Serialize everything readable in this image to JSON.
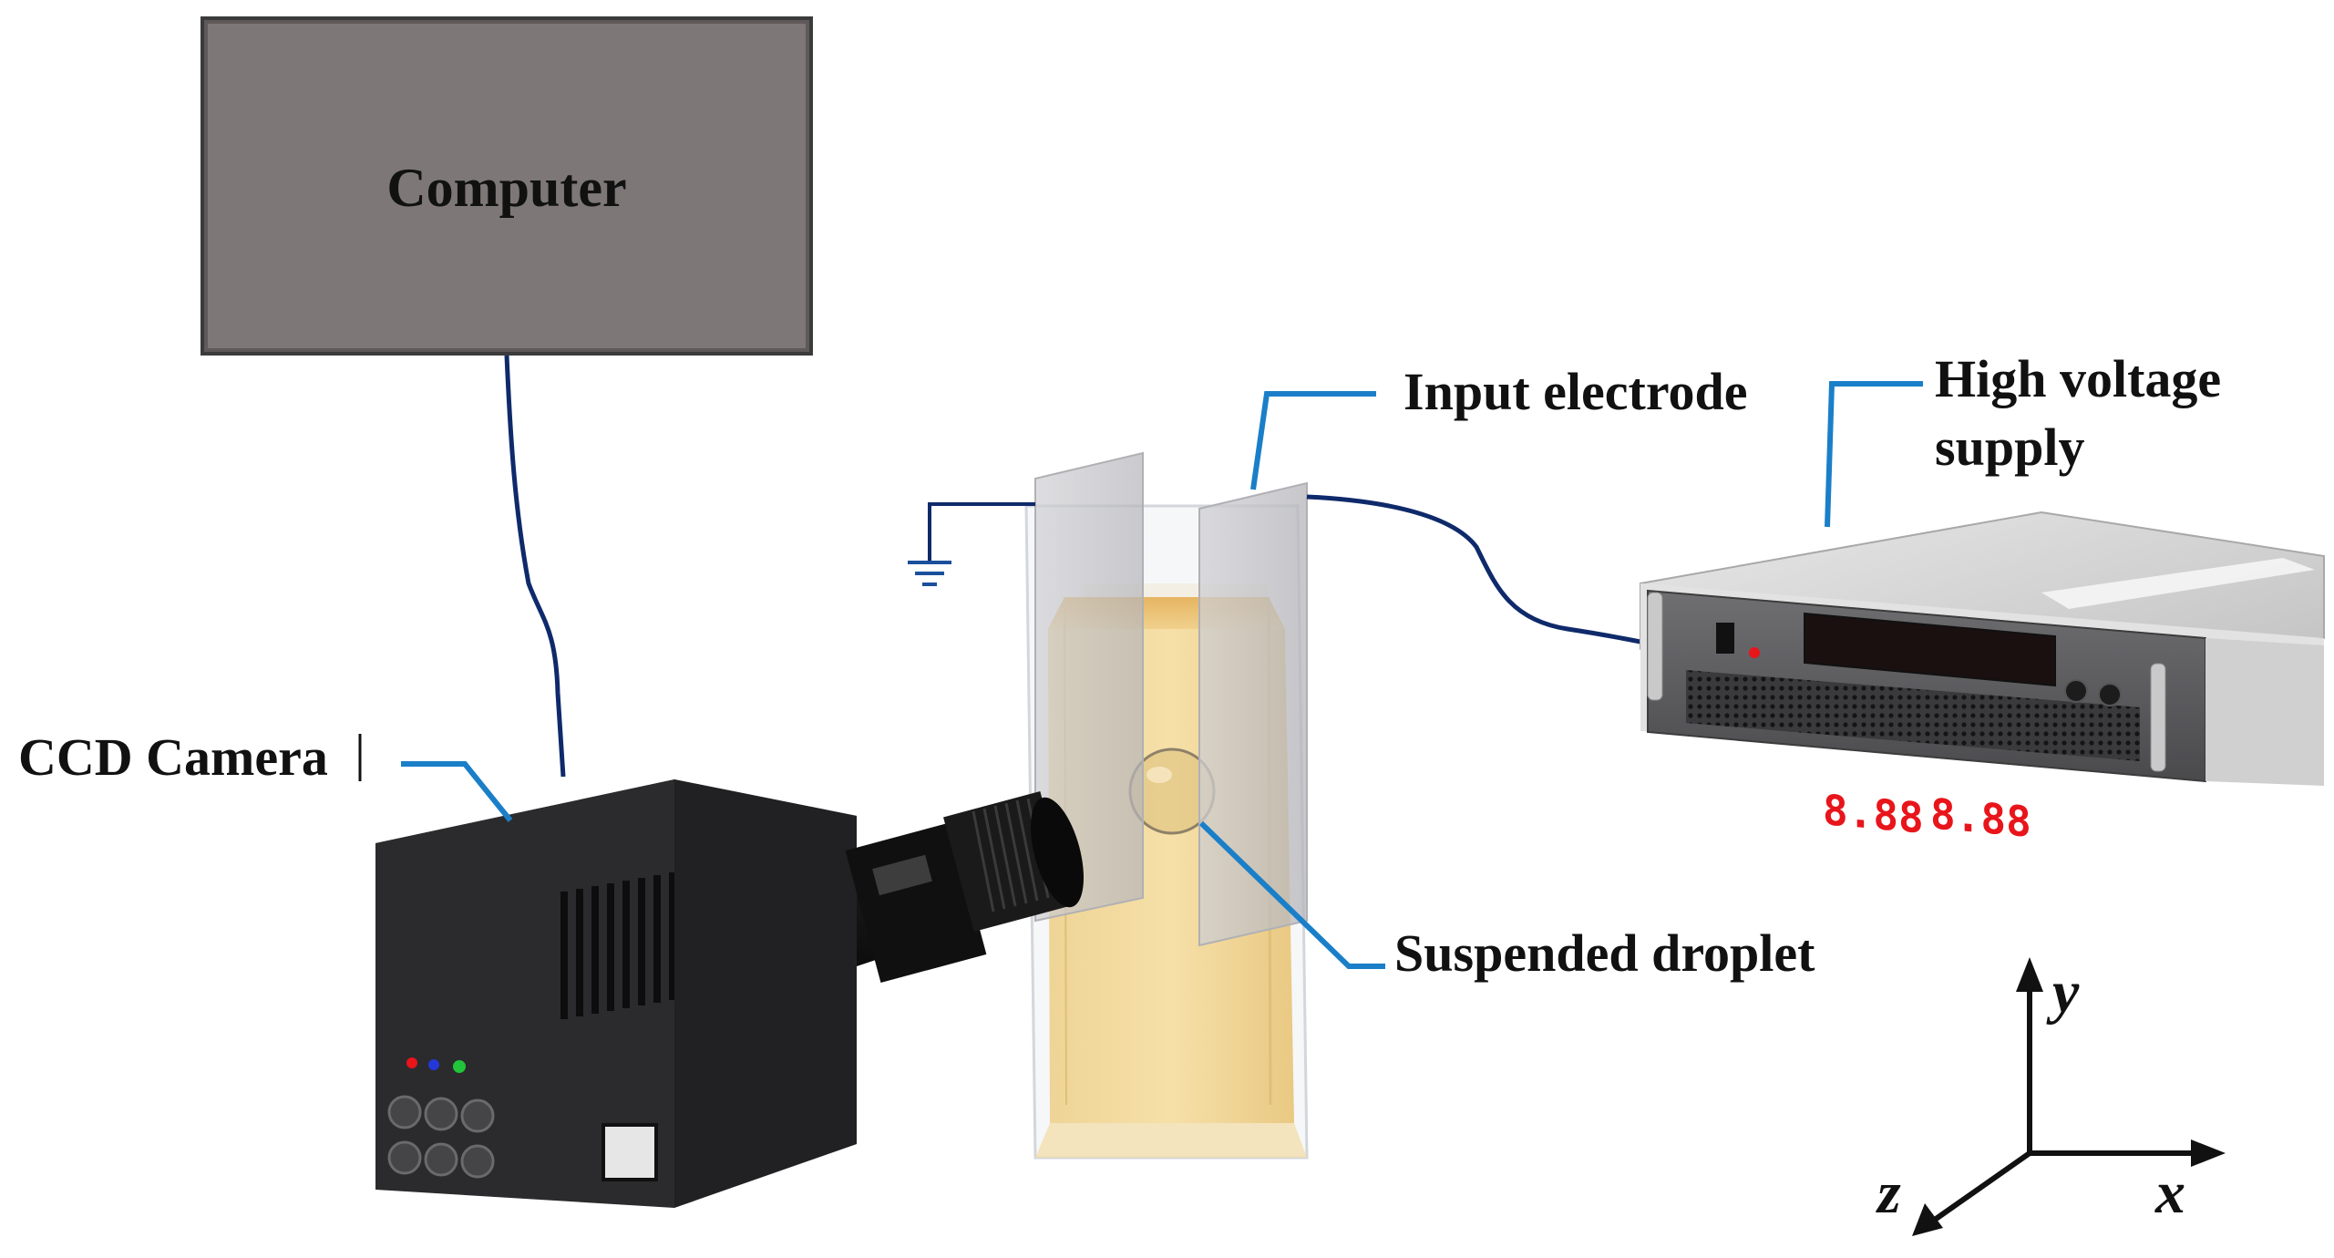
{
  "labels": {
    "computer": "Computer",
    "ccd_camera": "CCD Camera",
    "input_electrode": "Input electrode",
    "hv_supply_line1": "High voltage",
    "hv_supply_line2": "supply",
    "suspended_droplet": "Suspended droplet"
  },
  "axes": {
    "x": "x",
    "y": "y",
    "z": "z"
  },
  "display": {
    "reading_left": "8.88",
    "reading_right": "8.88"
  },
  "colors": {
    "computer_fill": "#7d7777",
    "leader_line": "#1a7fc8",
    "cable": "#0f2a6b",
    "liquid": "#f0d79a",
    "display_digits": "#e8151b",
    "camera_body": "#2b2b2d"
  }
}
